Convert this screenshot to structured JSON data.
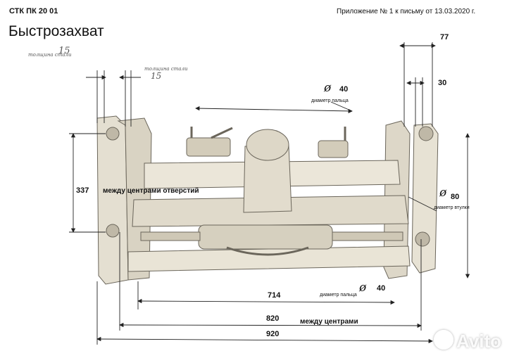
{
  "header": {
    "doc_code": "СТК ПК 20 01",
    "attachment": "Приложение № 1 к письму от 13.03.2020 г.",
    "title": "Быстрозахват"
  },
  "annotations": {
    "steel_thickness_left": {
      "label": "толщина стали",
      "value": "15"
    },
    "steel_thickness_mid": {
      "label": "толщина стали",
      "value": "15"
    },
    "dim_77": "77",
    "dim_30": "30",
    "pin_diameter_top": {
      "symbol": "ø",
      "value": "40",
      "label": "диаметр пальца"
    },
    "bushing_diameter": {
      "symbol": "ø",
      "value": "80",
      "label": "диаметр втулки"
    },
    "dim_337": {
      "value": "337",
      "label": "между центрами отверстий"
    },
    "dim_714": "714",
    "pin_diameter_bottom": {
      "symbol": "ø",
      "value": "40",
      "label": "диаметр пальца"
    },
    "dim_820": {
      "value": "820",
      "label": "между центрами"
    },
    "dim_920": "920"
  },
  "watermark": {
    "brand": "Avito"
  },
  "colors": {
    "metal": "#e7e2d4",
    "metal_dark": "#b9b2a2",
    "line": "#222222",
    "hand": "#555555"
  }
}
